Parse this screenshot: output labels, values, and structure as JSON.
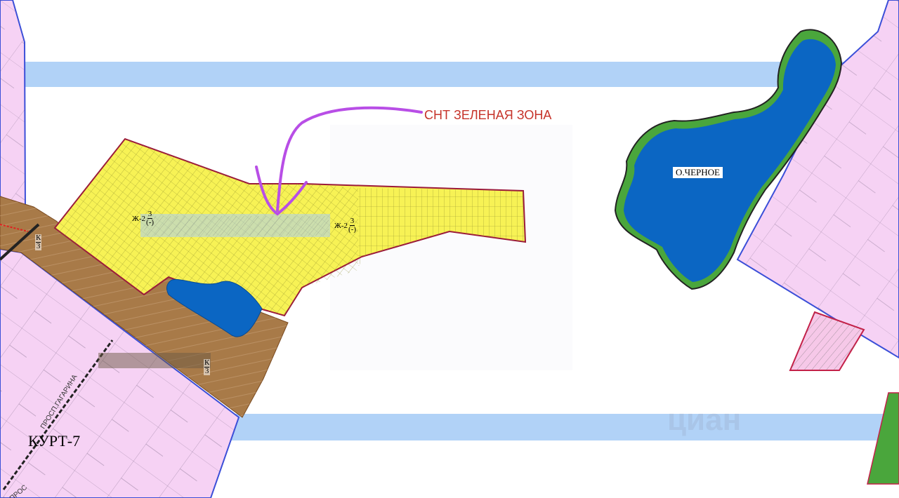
{
  "map": {
    "annotation_label": "СНТ ЗЕЛЕНАЯ ЗОНА",
    "lake_label": "О.ЧЕРНОЕ",
    "district_label": "КУРТ-7",
    "street_label": "ПРОСП.ГАГАРИНА",
    "street_label_2": "ПРОС",
    "watermark": "циан",
    "zones": [
      {
        "prefix": "Ж-2",
        "num": "3",
        "den": "(-)"
      },
      {
        "prefix": "Ж-2",
        "num": "3",
        "den": "(-)"
      }
    ],
    "codes": [
      {
        "num": "К",
        "den": "3"
      },
      {
        "num": "К",
        "den": "3"
      }
    ],
    "colors": {
      "residential_zone": "#f7f255",
      "residential_border": "#9b1a3a",
      "transport_zone": "#a87a48",
      "urban_zone": "#f6d2f4",
      "urban_border": "#3b4fd8",
      "water": "#0b66c3",
      "shore": "#4aa63c",
      "band": "#a9cdf6",
      "annotation": "#c6332a",
      "arrow": "#b84ee6"
    }
  }
}
